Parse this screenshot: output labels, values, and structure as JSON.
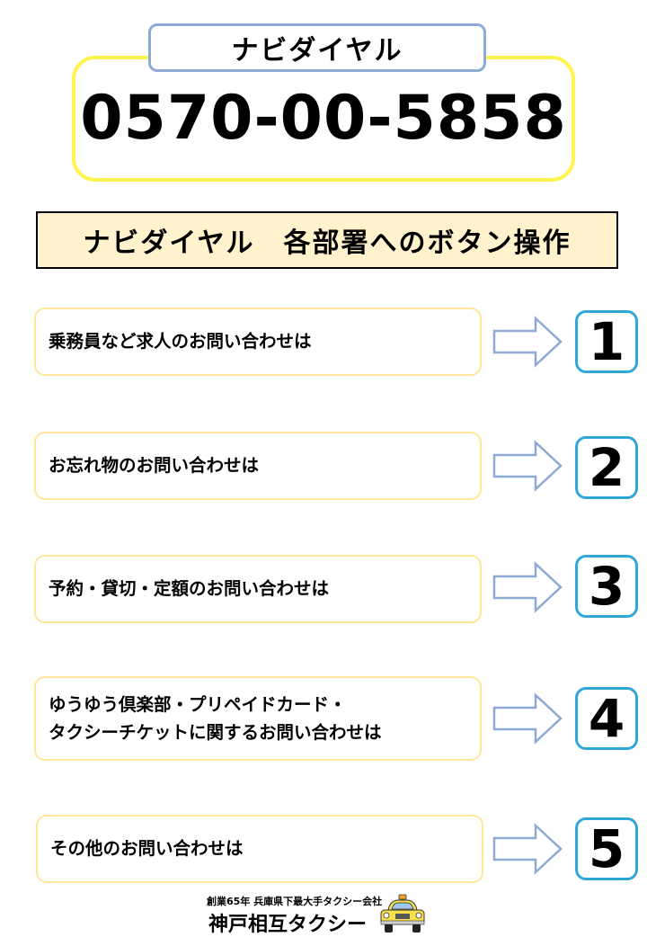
{
  "header": {
    "label": "ナビダイヤル",
    "phone_number": "0570-00-5858"
  },
  "section_title": "ナビダイヤル　各部署へのボタン操作",
  "options": [
    {
      "text": "乗務員など求人のお問い合わせは",
      "button": "1"
    },
    {
      "text": "お忘れ物のお問い合わせは",
      "button": "2"
    },
    {
      "text": "予約・貸切・定額のお問い合わせは",
      "button": "3"
    },
    {
      "text_line1": "ゆうゆう倶楽部・プリペイドカード・",
      "text_line2": "タクシーチケットに関するお問い合わせは",
      "button": "4"
    },
    {
      "text": "その他のお問い合わせは",
      "button": "5"
    }
  ],
  "footer": {
    "tagline": "創業65年 兵庫県下最大手タクシー会社",
    "company": "神戸相互タクシー"
  },
  "colors": {
    "phone_border": "#fff44f",
    "label_border": "#8ea9d6",
    "title_bg": "#fff2cc",
    "option_border": "#ffe699",
    "arrow_stroke": "#8ea9d6",
    "number_border": "#2fa7d8"
  }
}
